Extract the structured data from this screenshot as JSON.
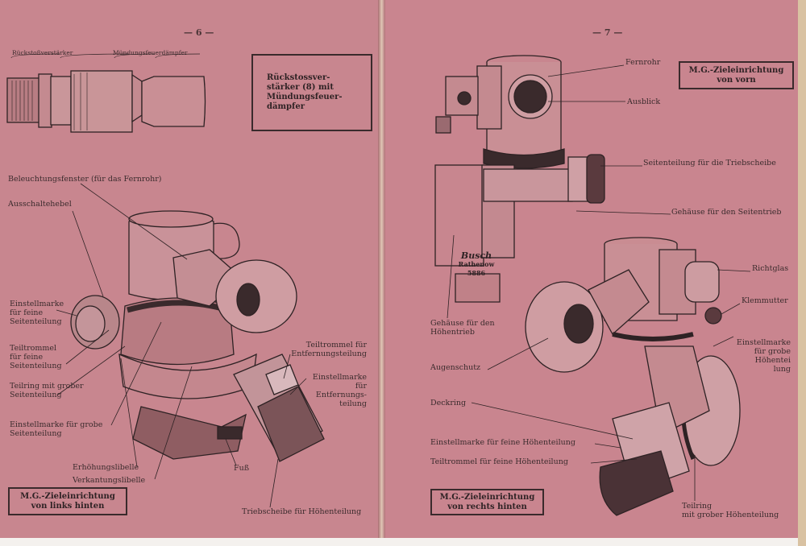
{
  "left_page": {
    "page_number": "— 6 —",
    "muzzle_labels": {
      "booster": "Rückstoßverstärker",
      "flash_hider": "Mündungsfeuerdämpfer"
    },
    "caption_box": [
      "Rückstossver-",
      "stärker (8) mit",
      "Mündungsfeuer-",
      "dämpfer"
    ],
    "labels": {
      "illum_window": "Beleuchtungsfenster (für das Fernrohr)",
      "switch_lever": "Ausschaltehebel",
      "fine_mark": [
        "Einstellmarke",
        "für feine",
        "Seitenteilung"
      ],
      "fine_drum": [
        "Teiltrommel",
        "für feine",
        "Seitenteilung"
      ],
      "coarse_ring": [
        "Teilring mit grober",
        "Seitenteilung"
      ],
      "coarse_mark": [
        "Einstellmarke für grobe",
        "Seitenteilung"
      ],
      "elev_level": "Erhöhungslibelle",
      "cant_level": "Verkantungslibelle",
      "foot": "Fuß",
      "range_drum": [
        "Teiltrommel für",
        "Entfernungsteilung"
      ],
      "range_mark": [
        "Einstellmarke",
        "für",
        "Entfernungs-",
        "teilung"
      ],
      "elev_wheel": "Triebscheibe für Höhenteilung"
    },
    "figure_box": [
      "M.G.-Zieleinrichtung",
      "von links hinten"
    ]
  },
  "right_page": {
    "page_number": "— 7 —",
    "figure_box_top": [
      "M.G.-Zieleinrichtung",
      "von vorn"
    ],
    "labels": {
      "telescope": "Fernrohr",
      "view": "Ausblick",
      "traverse_scale": "Seitenteilung für die Triebscheibe",
      "traverse_housing": "Gehäuse für den Seitentrieb",
      "sight_glass": "Richtglas",
      "clamp_nut": "Klemmutter",
      "coarse_elev_mark": [
        "Einstellmarke",
        "für grobe",
        "Höhentei",
        "lung"
      ],
      "elev_housing": [
        "Gehäuse für den",
        "Höhentrieb"
      ],
      "eye_guard": "Augenschutz",
      "cover_ring": "Deckring",
      "fine_elev_mark": "Einstellmarke für feine Höhenteilung",
      "fine_elev_drum": "Teiltrommel für feine Höhenteilung",
      "coarse_elev_ring": [
        "Teilring",
        "mit grober Höhenteilung"
      ]
    },
    "maker_logo": [
      "Busch",
      "Rathenow",
      "5886"
    ],
    "figure_box_bottom": [
      "M.G.-Zieleinrichtung",
      "von rechts hinten"
    ]
  }
}
